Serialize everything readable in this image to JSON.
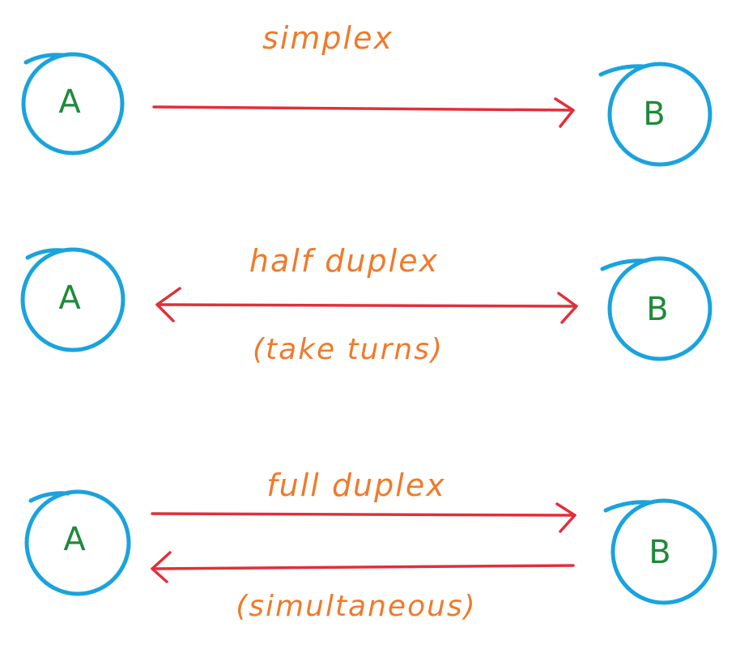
{
  "colors": {
    "node_outline": "#1aa3dd",
    "node_letter": "#1f8a3a",
    "arrow": "#e0303a",
    "label": "#f07a2a"
  },
  "rows": [
    {
      "label": "simplex",
      "note": "",
      "left_node": "A",
      "right_node": "B",
      "arrows": [
        "forward"
      ]
    },
    {
      "label": "half duplex",
      "note": "(take turns)",
      "left_node": "A",
      "right_node": "B",
      "arrows": [
        "bidirectional"
      ]
    },
    {
      "label": "full duplex",
      "note": "(simultaneous)",
      "left_node": "A",
      "right_node": "B",
      "arrows": [
        "forward",
        "backward"
      ]
    }
  ]
}
